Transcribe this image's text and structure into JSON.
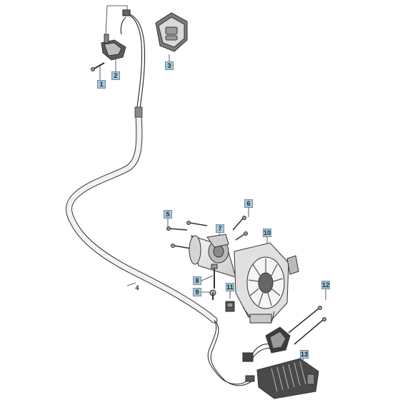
{
  "callouts": {
    "c1": "1",
    "c2": "2",
    "c3": "3",
    "c4": "4",
    "c5": "5",
    "c6": "6",
    "c7": "7",
    "c8": "8",
    "c9": "9",
    "c10": "10",
    "c11": "11",
    "c12": "12",
    "c13": "13"
  },
  "colors": {
    "line": "#333333",
    "part_fill": "#e6e6e6",
    "part_dark": "#4a4a4a",
    "callout_fill": "#a8c6d6"
  }
}
